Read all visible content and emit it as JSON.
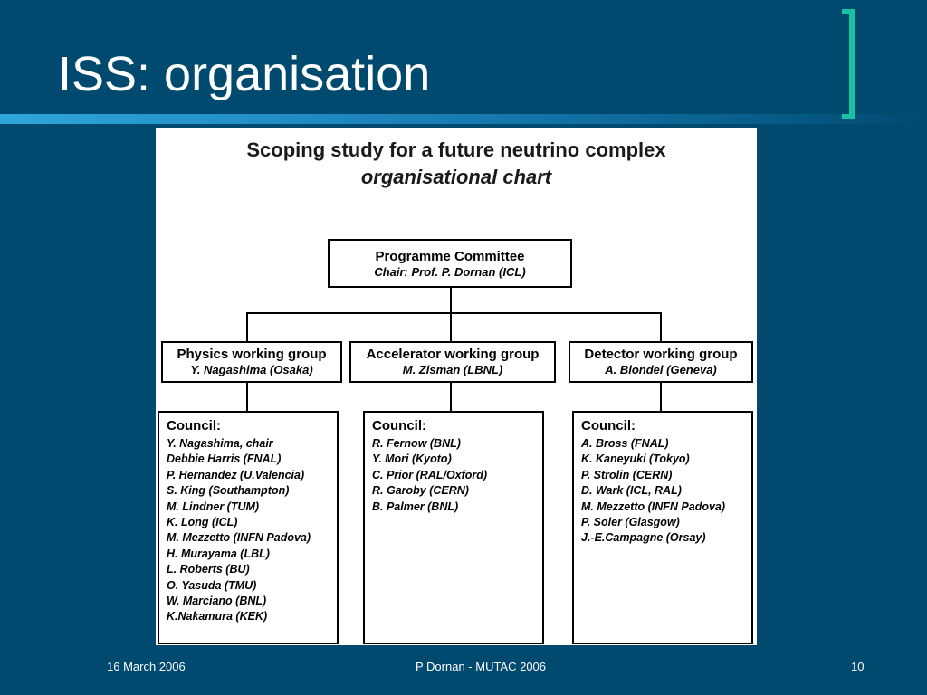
{
  "slide": {
    "title": "ISS: organisation",
    "footer_date": "16 March 2006",
    "footer_center": "P Dornan - MUTAC 2006",
    "page_number": "10",
    "accent_color": "#17c3a3",
    "background_color": "#004a70"
  },
  "chart": {
    "title_line1": "Scoping study for a future neutrino complex",
    "title_line2": "organisational chart",
    "committee": {
      "name": "Programme Committee",
      "chair": "Chair: Prof. P. Dornan (ICL)"
    },
    "groups": [
      {
        "name": "Physics working group",
        "lead": "Y. Nagashima (Osaka)",
        "council_label": "Council:",
        "members": [
          "Y. Nagashima, chair",
          "Debbie Harris (FNAL)",
          "P. Hernandez (U.Valencia)",
          "S. King (Southampton)",
          "M. Lindner (TUM)",
          "K. Long (ICL)",
          "M. Mezzetto (INFN Padova)",
          "H. Murayama (LBL)",
          "L. Roberts (BU)",
          "O. Yasuda (TMU)",
          "W. Marciano (BNL)",
          "K.Nakamura (KEK)"
        ]
      },
      {
        "name": "Accelerator working group",
        "lead": "M. Zisman (LBNL)",
        "council_label": "Council:",
        "members": [
          "R. Fernow (BNL)",
          "Y. Mori (Kyoto)",
          "C. Prior (RAL/Oxford)",
          "R. Garoby (CERN)",
          "B. Palmer (BNL)"
        ]
      },
      {
        "name": "Detector working group",
        "lead": "A. Blondel (Geneva)",
        "council_label": "Council:",
        "members": [
          "A. Bross (FNAL)",
          "K. Kaneyuki (Tokyo)",
          "P. Strolin (CERN)",
          "D. Wark (ICL, RAL)",
          "M. Mezzetto (INFN Padova)",
          "P. Soler (Glasgow)",
          "J.-E.Campagne (Orsay)"
        ]
      }
    ]
  }
}
